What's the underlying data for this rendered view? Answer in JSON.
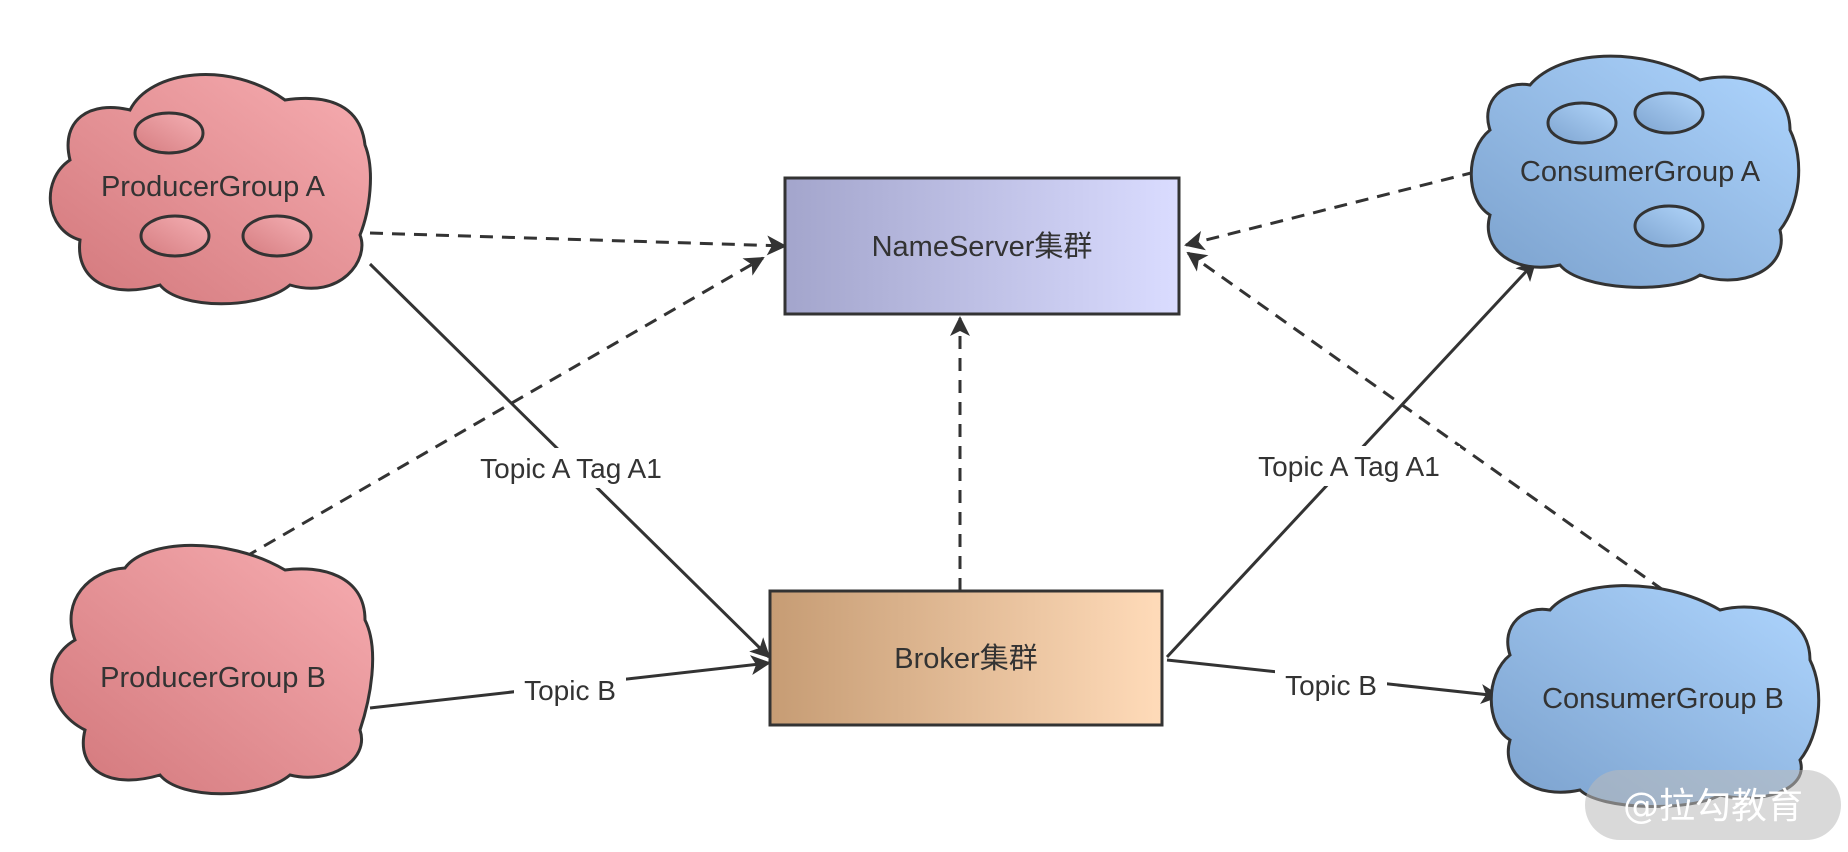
{
  "nodes": {
    "nameserver": {
      "label": "NameServer集群"
    },
    "broker": {
      "label": "Broker集群"
    },
    "producer_a": {
      "label": "ProducerGroup A"
    },
    "producer_b": {
      "label": "ProducerGroup B"
    },
    "consumer_a": {
      "label": "ConsumerGroup A"
    },
    "consumer_b": {
      "label": "ConsumerGroup B"
    }
  },
  "edges": {
    "producer_a_to_broker": {
      "label": "Topic A Tag A1"
    },
    "producer_b_to_broker": {
      "label": "Topic B"
    },
    "broker_to_consumer_a": {
      "label": "Topic A Tag A1"
    },
    "broker_to_consumer_b": {
      "label": "Topic B"
    }
  },
  "watermark": {
    "text": "@拉勾教育"
  },
  "colors": {
    "line": "#333333",
    "nameserver_fill_start": "#a3a5cc",
    "nameserver_fill_end": "#dadcff",
    "broker_fill_start": "#c69c74",
    "broker_fill_end": "#ffdbb9",
    "producer_fill_start": "#d2777b",
    "producer_fill_end": "#f7adb1",
    "consumer_fill_start": "#7aa0cc",
    "consumer_fill_end": "#afd6ff"
  }
}
